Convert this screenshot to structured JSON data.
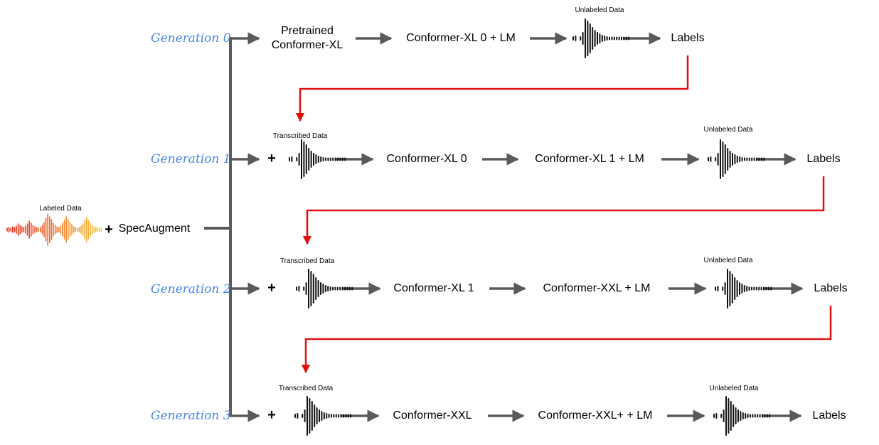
{
  "labeled": {
    "caption": "Labeled Data",
    "augment": "SpecAugment",
    "plus": "+"
  },
  "generations": [
    {
      "name": "Generation 0",
      "source": "Pretrained Conformer-XL",
      "teacher": "Conformer-XL 0 + LM",
      "unlabeled_caption": "Unlabeled Data",
      "output": "Labels"
    },
    {
      "name": "Generation 1",
      "plus": "+",
      "transcribed_caption": "Transcribed  Data",
      "student": "Conformer-XL 0",
      "teacher": "Conformer-XL 1 + LM",
      "unlabeled_caption": "Unlabeled Data",
      "output": "Labels"
    },
    {
      "name": "Generation 2",
      "plus": "+",
      "transcribed_caption": "Transcribed  Data",
      "student": "Conformer-XL 1",
      "teacher": "Conformer-XXL + LM",
      "unlabeled_caption": "Unlabeled Data",
      "output": "Labels"
    },
    {
      "name": "Generation 3",
      "plus": "+",
      "transcribed_caption": "Transcribed  Data",
      "student": "Conformer-XXL",
      "teacher": "Conformer-XXL+ + LM",
      "unlabeled_caption": "Unlabeled Data",
      "output": "Labels"
    }
  ],
  "colors": {
    "arrow": "#5a5a5a",
    "feedback": "#e01010",
    "generation": "#4a86e8",
    "waveform": "#111111"
  },
  "icons": {
    "waveform": "waveform-icon",
    "labeled_waveform": "colored-waveform-icon"
  }
}
